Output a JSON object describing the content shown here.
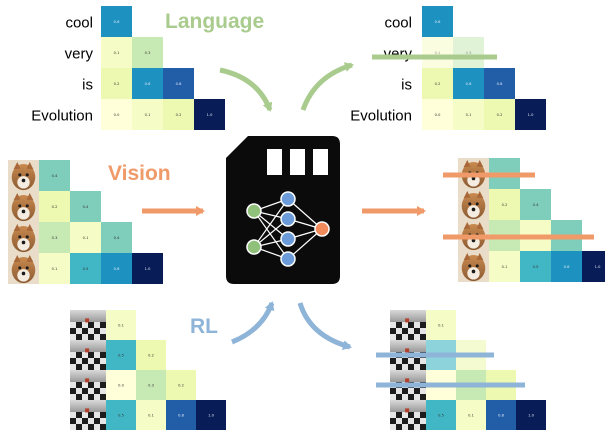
{
  "panels": {
    "language": {
      "label": "Language",
      "color": "#a9cc8e"
    },
    "vision": {
      "label": "Vision",
      "color": "#ef9a68"
    },
    "rl": {
      "label": "RL",
      "color": "#8eb4d8"
    }
  },
  "language_tokens": [
    "cool",
    "very",
    "is",
    "Evolution"
  ],
  "language_matrix": [
    [
      "0.6"
    ],
    [
      "0.1",
      "0.3"
    ],
    [
      "0.2",
      "0.6",
      "0.8"
    ],
    [
      "0.0",
      "0.1",
      "0.2",
      "1.0"
    ]
  ],
  "vision_matrix": [
    [
      "0.4"
    ],
    [
      "0.2",
      "0.4"
    ],
    [
      "0.3",
      "0.1",
      "0.4"
    ],
    [
      "0.1",
      "0.5",
      "0.6",
      "1.0"
    ]
  ],
  "rl_matrix": [
    [
      "0.1"
    ],
    [
      "0.5",
      "0.2"
    ],
    [
      "0.0",
      "0.3",
      "0.2"
    ],
    [
      "0.5",
      "0.1",
      "0.8",
      "1.0"
    ]
  ],
  "colors": {
    "chip": "#0b0b0b",
    "node_green": "#8fc17a",
    "node_blue": "#6b9bd8",
    "node_orange": "#f08a5a",
    "stripe": "#ffffff"
  },
  "icons": [
    "neural-network-chip-icon",
    "dog-thumbnail",
    "checkerboard-frame-thumbnail"
  ]
}
